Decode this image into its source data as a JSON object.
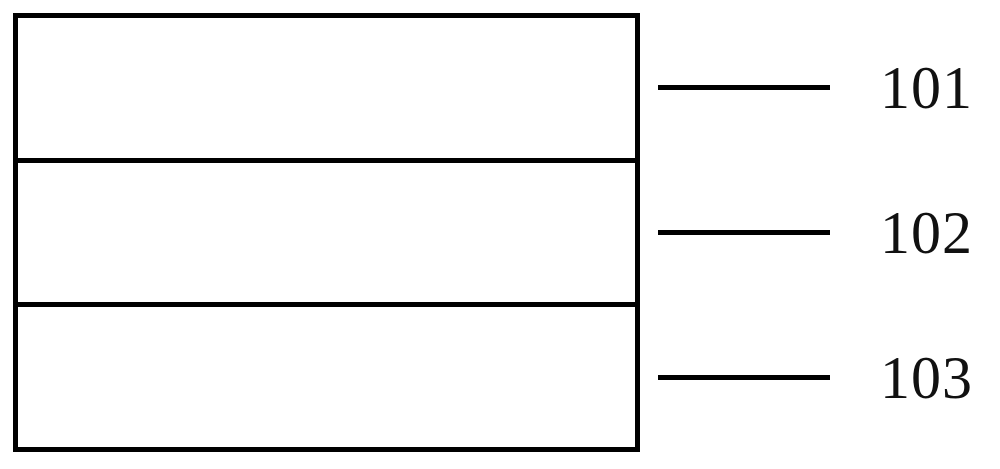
{
  "figure": {
    "type": "layered-cross-section-diagram",
    "background_color": "#ffffff",
    "line_color": "#000000",
    "text_color": "#111111",
    "stack": {
      "name": "layer-stack",
      "layers": [
        {
          "id": "layer-101",
          "reference_numeral": "101",
          "fill": "#ffffff"
        },
        {
          "id": "layer-102",
          "reference_numeral": "102",
          "fill": "#ffffff"
        },
        {
          "id": "layer-103",
          "reference_numeral": "103",
          "fill": "#ffffff"
        }
      ]
    },
    "callouts": [
      {
        "label": "101",
        "target": "layer-101"
      },
      {
        "label": "102",
        "target": "layer-102"
      },
      {
        "label": "103",
        "target": "layer-103"
      }
    ]
  }
}
